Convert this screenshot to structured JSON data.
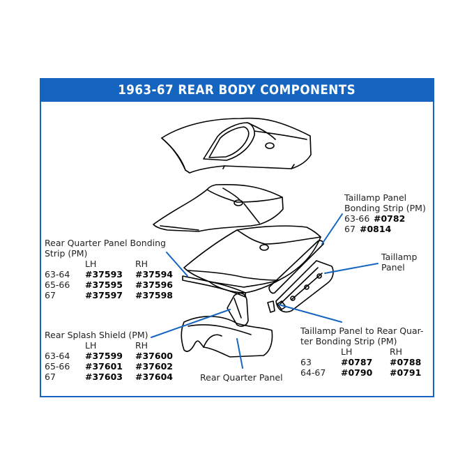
{
  "title": "1963-67 REAR BODY COMPONENTS",
  "colors": {
    "accent": "#1565c0",
    "line": "#000000"
  },
  "taillamp_bonding": {
    "title_line1": "Taillamp Panel",
    "title_line2": "Bonding Strip (PM)",
    "rows": [
      {
        "years": "63-66",
        "part": "#0782"
      },
      {
        "years": "67",
        "part": "#0814"
      }
    ]
  },
  "taillamp_panel": {
    "line1": "Taillamp",
    "line2": "Panel"
  },
  "quarter_bonding": {
    "title_line1": "Rear Quarter Panel Bonding",
    "title_line2": "Strip (PM)",
    "lh": "LH",
    "rh": "RH",
    "rows": [
      {
        "years": "63-64",
        "lh": "#37593",
        "rh": "#37594"
      },
      {
        "years": "65-66",
        "lh": "#37595",
        "rh": "#37596"
      },
      {
        "years": "67",
        "lh": "#37597",
        "rh": "#37598"
      }
    ]
  },
  "splash_shield": {
    "title": "Rear Splash Shield (PM)",
    "lh": "LH",
    "rh": "RH",
    "rows": [
      {
        "years": "63-64",
        "lh": "#37599",
        "rh": "#37600"
      },
      {
        "years": "65-66",
        "lh": "#37601",
        "rh": "#37602"
      },
      {
        "years": "67",
        "lh": "#37603",
        "rh": "#37604"
      }
    ]
  },
  "taillamp_to_quarter": {
    "title_line1": "Taillamp Panel to Rear Quar-",
    "title_line2": "ter Bonding Strip (PM)",
    "lh": "LH",
    "rh": "RH",
    "rows": [
      {
        "years": "63",
        "lh": "#0787",
        "rh": "#0788"
      },
      {
        "years": "64-67",
        "lh": "#0790",
        "rh": "#0791"
      }
    ]
  },
  "rear_quarter_panel": {
    "label": "Rear Quarter Panel"
  }
}
